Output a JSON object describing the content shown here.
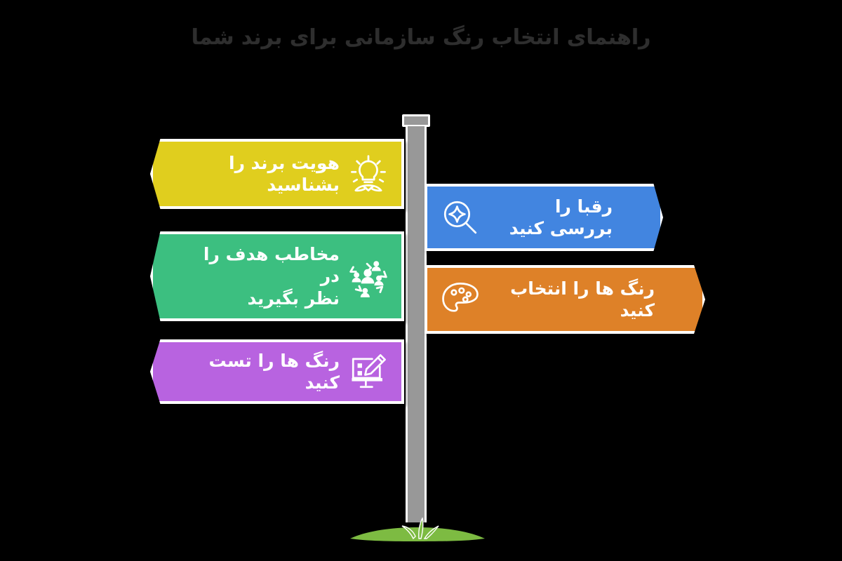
{
  "page": {
    "title": "راهنمای انتخاب رنگ سازمانی برای برند شما",
    "background_color": "#000000"
  },
  "signpost": {
    "pole_color": "#989898",
    "pole_outline_color": "#ffffff",
    "grass_color": "#7DBB42",
    "cap_label": "pole-cap"
  },
  "signs": [
    {
      "id": "identity",
      "label": "هویت برند را بشناسید",
      "direction": "left",
      "color": "#E0CE1E",
      "text_color": "#ffffff",
      "icon": "lightbulb-idea-icon",
      "order": 1
    },
    {
      "id": "competitor",
      "label": "رقبا را بررسی کنید",
      "direction": "right",
      "color": "#4285E0",
      "text_color": "#ffffff",
      "icon": "magnifier-sparkle-icon",
      "order": 2
    },
    {
      "id": "audience",
      "label": "مخاطب هدف را در\nنظر بگیرید",
      "direction": "left",
      "color": "#3CBF80",
      "text_color": "#ffffff",
      "icon": "target-audience-people-icon",
      "order": 3
    },
    {
      "id": "choose",
      "label": "رنگ ها را انتخاب کنید",
      "direction": "right",
      "color": "#DE8128",
      "text_color": "#ffffff",
      "icon": "paint-palette-icon",
      "order": 4
    },
    {
      "id": "test",
      "label": "رنگ ها را تست کنید",
      "direction": "left",
      "color": "#B863E0",
      "text_color": "#ffffff",
      "icon": "monitor-pencil-design-icon",
      "order": 5
    }
  ]
}
